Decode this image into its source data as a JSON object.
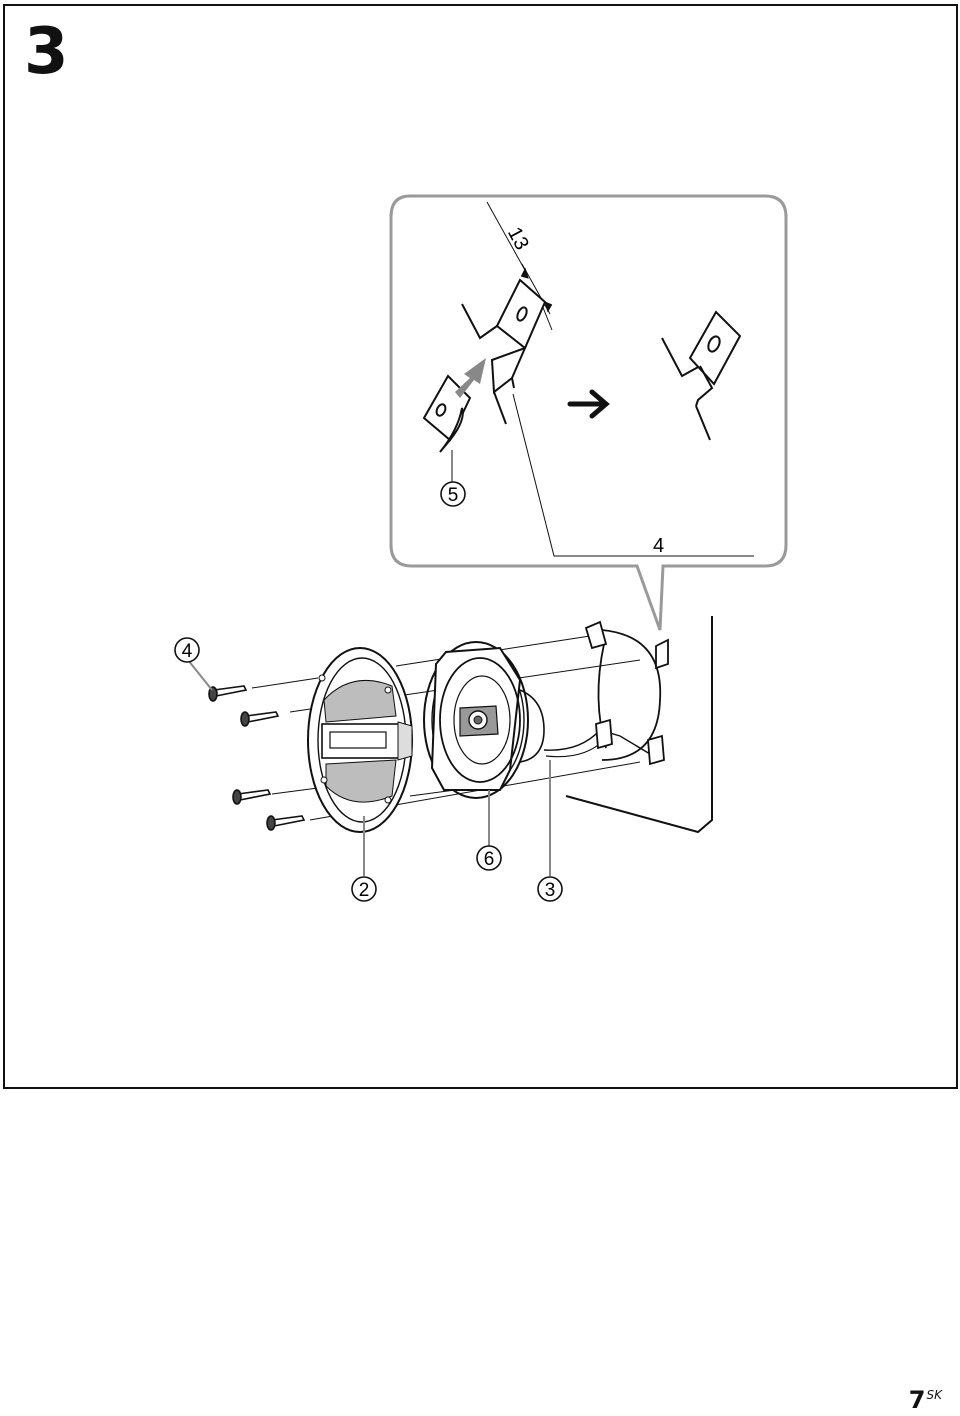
{
  "step": {
    "number": "3"
  },
  "callout": {
    "dimension_label": "13",
    "part_label": "4",
    "clip_marker": "5"
  },
  "markers": {
    "screws": "4",
    "grille": "2",
    "gasket": "6",
    "speaker_unit": "3"
  },
  "footer": {
    "page_number": "7",
    "language_suffix": "SK"
  },
  "colors": {
    "line": "#111111",
    "callout_border": "#9a9a9a",
    "grille_fill": "#bdbdbd",
    "arrow_gray": "#888888"
  }
}
